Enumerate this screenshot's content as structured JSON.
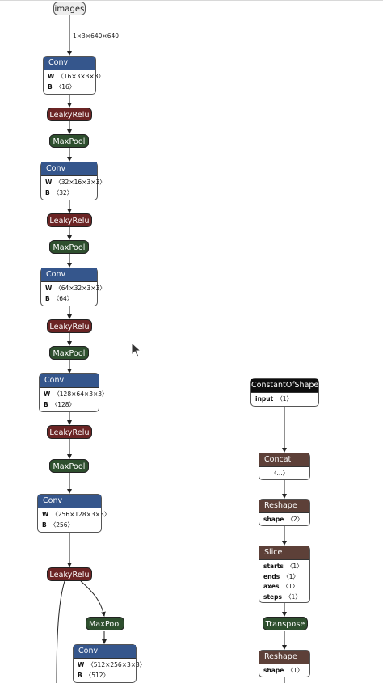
{
  "input_node": {
    "label": "images"
  },
  "input_edge_label": "1×3×640×640",
  "left_chain": [
    {
      "type": "Conv",
      "rows": [
        {
          "key": "W",
          "value": "〈16×3×3×3〉"
        },
        {
          "key": "B",
          "value": "〈16〉"
        }
      ]
    },
    {
      "type": "LeakyRelu"
    },
    {
      "type": "MaxPool"
    },
    {
      "type": "Conv",
      "rows": [
        {
          "key": "W",
          "value": "〈32×16×3×3〉"
        },
        {
          "key": "B",
          "value": "〈32〉"
        }
      ]
    },
    {
      "type": "LeakyRelu"
    },
    {
      "type": "MaxPool"
    },
    {
      "type": "Conv",
      "rows": [
        {
          "key": "W",
          "value": "〈64×32×3×3〉"
        },
        {
          "key": "B",
          "value": "〈64〉"
        }
      ]
    },
    {
      "type": "LeakyRelu"
    },
    {
      "type": "MaxPool"
    },
    {
      "type": "Conv",
      "rows": [
        {
          "key": "W",
          "value": "〈128×64×3×3〉"
        },
        {
          "key": "B",
          "value": "〈128〉"
        }
      ]
    },
    {
      "type": "LeakyRelu"
    },
    {
      "type": "MaxPool"
    },
    {
      "type": "Conv",
      "rows": [
        {
          "key": "W",
          "value": "〈256×128×3×3〉"
        },
        {
          "key": "B",
          "value": "〈256〉"
        }
      ]
    },
    {
      "type": "LeakyRelu"
    },
    {
      "type": "MaxPool"
    },
    {
      "type": "Conv",
      "rows": [
        {
          "key": "W",
          "value": "〈512×256×3×3〉"
        },
        {
          "key": "B",
          "value": "〈512〉"
        }
      ]
    }
  ],
  "right_chain": [
    {
      "type": "ConstantOfShape",
      "rows": [
        {
          "key": "input",
          "value": "〈1〉"
        }
      ]
    },
    {
      "type": "Concat",
      "rows": [
        {
          "key": "",
          "value": "〈...〉"
        }
      ]
    },
    {
      "type": "Reshape",
      "rows": [
        {
          "key": "shape",
          "value": "〈2〉"
        }
      ]
    },
    {
      "type": "Slice",
      "rows": [
        {
          "key": "starts",
          "value": "〈1〉"
        },
        {
          "key": "ends",
          "value": "〈1〉"
        },
        {
          "key": "axes",
          "value": "〈1〉"
        },
        {
          "key": "steps",
          "value": "〈1〉"
        }
      ]
    },
    {
      "type": "Transpose"
    },
    {
      "type": "Reshape",
      "rows": [
        {
          "key": "shape",
          "value": "〈1〉"
        }
      ]
    }
  ]
}
